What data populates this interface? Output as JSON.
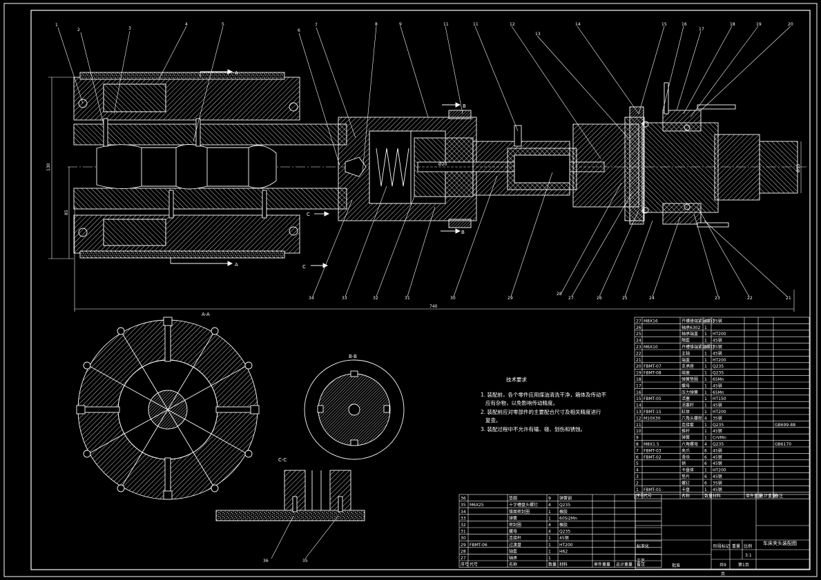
{
  "callouts_top": [
    "1",
    "2",
    "3",
    "4",
    "5",
    "6",
    "7",
    "8",
    "9",
    "11",
    "11",
    "12",
    "13",
    "14",
    "15",
    "16",
    "17",
    "18",
    "19",
    "20"
  ],
  "callouts_bottom": [
    "34",
    "33",
    "32",
    "31",
    "30",
    "29",
    "28",
    "27",
    "26",
    "25",
    "24",
    "23",
    "22",
    "21"
  ],
  "section_labels": {
    "aa_top": "A",
    "aa_bottom": "A",
    "bb_top": "B",
    "bb_bottom": "B",
    "cc_top": "C",
    "cc_bottom": "C"
  },
  "view_titles": {
    "aa": "A-A",
    "bb": "B-B",
    "cc": "C-C"
  },
  "view_callouts": {
    "left": "36",
    "right": "35"
  },
  "dimensions": {
    "overall_length": "740",
    "left_height": "130",
    "left_inner": "85",
    "right_dia": "Ø53",
    "bore": "Ø20"
  },
  "tech_notes": {
    "title": "技术要求",
    "lines": [
      "1. 装配前，各个零件应用煤油清洗干净，箱体及传动不",
      "应有杂物，以免影响传动精度。",
      "2. 装配前应对零部件的主要配合尺寸及相关精度进行",
      "复查。",
      "3. 装配过程中不允许有磕、碰、划伤和锈蚀。"
    ]
  },
  "bom_upper": [
    [
      "27",
      "M8X16",
      "开槽锥端紧定螺钉",
      "4",
      "35钢",
      ""
    ],
    [
      "26",
      "",
      "轴承6302",
      "1",
      "",
      ""
    ],
    [
      "25",
      "",
      "轴承端盖",
      "1",
      "HT200",
      ""
    ],
    [
      "24",
      "",
      "隔套",
      "1",
      "45钢",
      ""
    ],
    [
      "23",
      "M6X10",
      "开槽锥端紧定螺钉",
      "4",
      "35钢",
      ""
    ],
    [
      "22",
      "",
      "主轴",
      "1",
      "45钢",
      ""
    ],
    [
      "21",
      "",
      "端盖",
      "1",
      "HT200",
      ""
    ],
    [
      "20",
      "FBMT-07",
      "支承座",
      "1",
      "Q235",
      ""
    ],
    [
      "19",
      "FBMT-08",
      "端盖",
      "1",
      "Q235",
      ""
    ],
    [
      "18",
      "",
      "弹簧垫圈",
      "1",
      "65Mn",
      ""
    ],
    [
      "17",
      "",
      "螺母",
      "1",
      "45钢",
      ""
    ],
    [
      "16",
      "",
      "压力弹簧",
      "1",
      "65Mn",
      ""
    ],
    [
      "15",
      "FBMT-05",
      "活塞",
      "1",
      "HT150",
      ""
    ],
    [
      "14",
      "",
      "活塞杆",
      "1",
      "45钢",
      ""
    ],
    [
      "13",
      "FBMT-15",
      "缸体",
      "1",
      "HT200",
      ""
    ],
    [
      "12",
      "M10X30",
      "六角头螺栓",
      "4",
      "35钢",
      ""
    ],
    [
      "11",
      "",
      "连接套",
      "1",
      "Q235",
      "GB699-88"
    ],
    [
      "10",
      "",
      "推杆",
      "1",
      "45钢",
      ""
    ],
    [
      "9",
      "",
      "弹簧",
      "1",
      "CrVMn",
      ""
    ],
    [
      "8",
      "M8X1.5",
      "六角螺母",
      "4",
      "Q235",
      "GB6170"
    ],
    [
      "7",
      "FBMT-03",
      "夹爪",
      "6",
      "45钢",
      ""
    ],
    [
      "6",
      "FBMT-02",
      "滑块",
      "6",
      "45钢",
      ""
    ],
    [
      "5",
      "",
      "销",
      "6",
      "45钢",
      ""
    ],
    [
      "4",
      "",
      "卡盘体",
      "1",
      "HT200",
      ""
    ],
    [
      "3",
      "",
      "垫片",
      "6",
      "45钢",
      ""
    ],
    [
      "2",
      "",
      "螺钉",
      "6",
      "35钢",
      ""
    ],
    [
      "1",
      "FBMT-01",
      "卡盘",
      "1",
      "45钢",
      ""
    ]
  ],
  "bom_upper_header": [
    "序号",
    "代号",
    "名称",
    "数量",
    "材料",
    "单件重量",
    "总计重量",
    "备注"
  ],
  "bom_lower": [
    [
      "36",
      "",
      "垫圈",
      "9",
      "弹簧钢",
      ""
    ],
    [
      "35",
      "M6X25",
      "十字槽盘头螺钉",
      "4",
      "Q235",
      ""
    ],
    [
      "34",
      "",
      "锥面密封圈",
      "1",
      "橡胶",
      ""
    ],
    [
      "33",
      "",
      "弹簧",
      "1",
      "60Si2Mn",
      ""
    ],
    [
      "32",
      "",
      "密封圈",
      "4",
      "橡胶",
      ""
    ],
    [
      "31",
      "",
      "螺母",
      "4",
      "Q235",
      ""
    ],
    [
      "30",
      "",
      "连接杆",
      "1",
      "45钢",
      ""
    ],
    [
      "29",
      "FBMT-06",
      "过渡盘",
      "1",
      "HT200",
      ""
    ],
    [
      "28",
      "",
      "轴套",
      "1",
      "H62",
      ""
    ],
    [
      "27",
      "",
      "轴承",
      "1",
      "",
      ""
    ]
  ],
  "bom_lower_header": [
    "序号",
    "代号",
    "名称",
    "数量",
    "材料",
    "单件重量",
    "总计重量",
    "备注"
  ],
  "title_block": {
    "drawing_name": "车床夹头装配图",
    "stage_label": "阶段标记",
    "weight_label": "重量",
    "scale_label": "比例",
    "scale": "3:1",
    "sheets_total": "共9",
    "sheet_no": "第1页",
    "page_label": "页",
    "design_label": "标准化",
    "process_label": "工艺",
    "approve_label": "批准"
  }
}
